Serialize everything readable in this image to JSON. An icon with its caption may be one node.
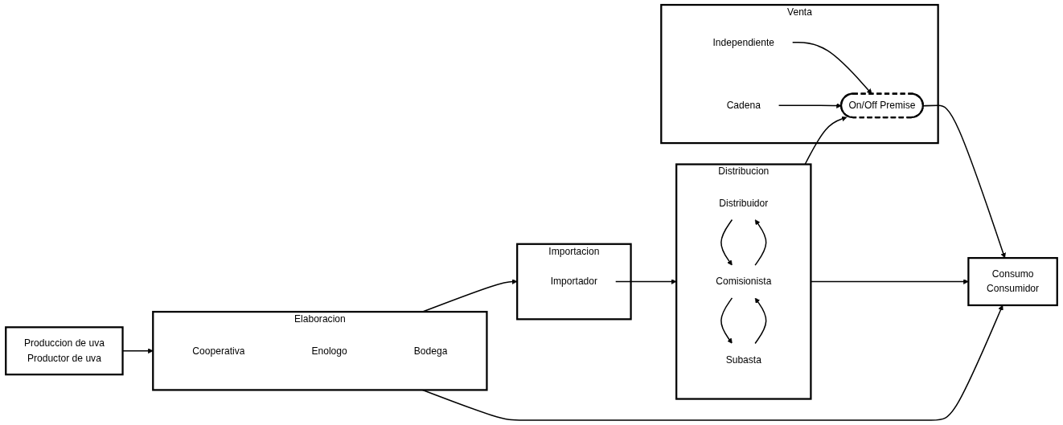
{
  "diagram": {
    "nodes": [
      {
        "text": [
          "Produccion de uva",
          "Productor de uva"
        ]
      },
      {
        "text": [
          "Elaboracion"
        ]
      },
      {
        "text": [
          "Cooperativa"
        ],
        "in": 1
      },
      {
        "text": [
          "Enologo"
        ],
        "in": 1
      },
      {
        "text": [
          "Bodega"
        ],
        "in": 1
      },
      {
        "text": [
          "Importacion"
        ]
      },
      {
        "text": [
          "Importador"
        ],
        "in": 5
      },
      {
        "text": [
          "Distribucion"
        ]
      },
      {
        "text": [
          "Distribuidor"
        ],
        "in": 7
      },
      {
        "text": [
          "Comisionista"
        ],
        "in": 7
      },
      {
        "text": [
          "Subasta"
        ],
        "in": 7
      },
      {
        "text": [
          "Venta"
        ]
      },
      {
        "text": [
          "Independiente"
        ],
        "in": 11
      },
      {
        "text": [
          "On/Off Premise"
        ],
        "in": 11
      },
      {
        "text": [
          "Cadena"
        ],
        "in": 11
      },
      {
        "text": [
          "Consumo",
          "Consumidor"
        ]
      }
    ],
    "edges": [
      {
        "from": 0,
        "to": 1,
        "arrow": "to"
      },
      {
        "from": 1,
        "to": 5,
        "arrow": "to"
      },
      {
        "from": 6,
        "to": 7,
        "arrow": "to"
      },
      {
        "from": 9,
        "to": 8,
        "arrow": "to"
      },
      {
        "from": 8,
        "to": 9,
        "arrow": "to"
      },
      {
        "from": 10,
        "to": 9,
        "arrow": "to"
      },
      {
        "from": 9,
        "to": 10,
        "arrow": "to"
      },
      {
        "from": 7,
        "to": 13,
        "arrow": "to"
      },
      {
        "from": 12,
        "to": 13,
        "arrow": "to"
      },
      {
        "from": 14,
        "to": 13,
        "arrow": "to"
      },
      {
        "from": 13,
        "to": 15,
        "arrow": "to"
      },
      {
        "from": 1,
        "to": 15,
        "arrow": "to"
      },
      {
        "from": 7,
        "to": 15,
        "arrow": "to"
      }
    ]
  }
}
